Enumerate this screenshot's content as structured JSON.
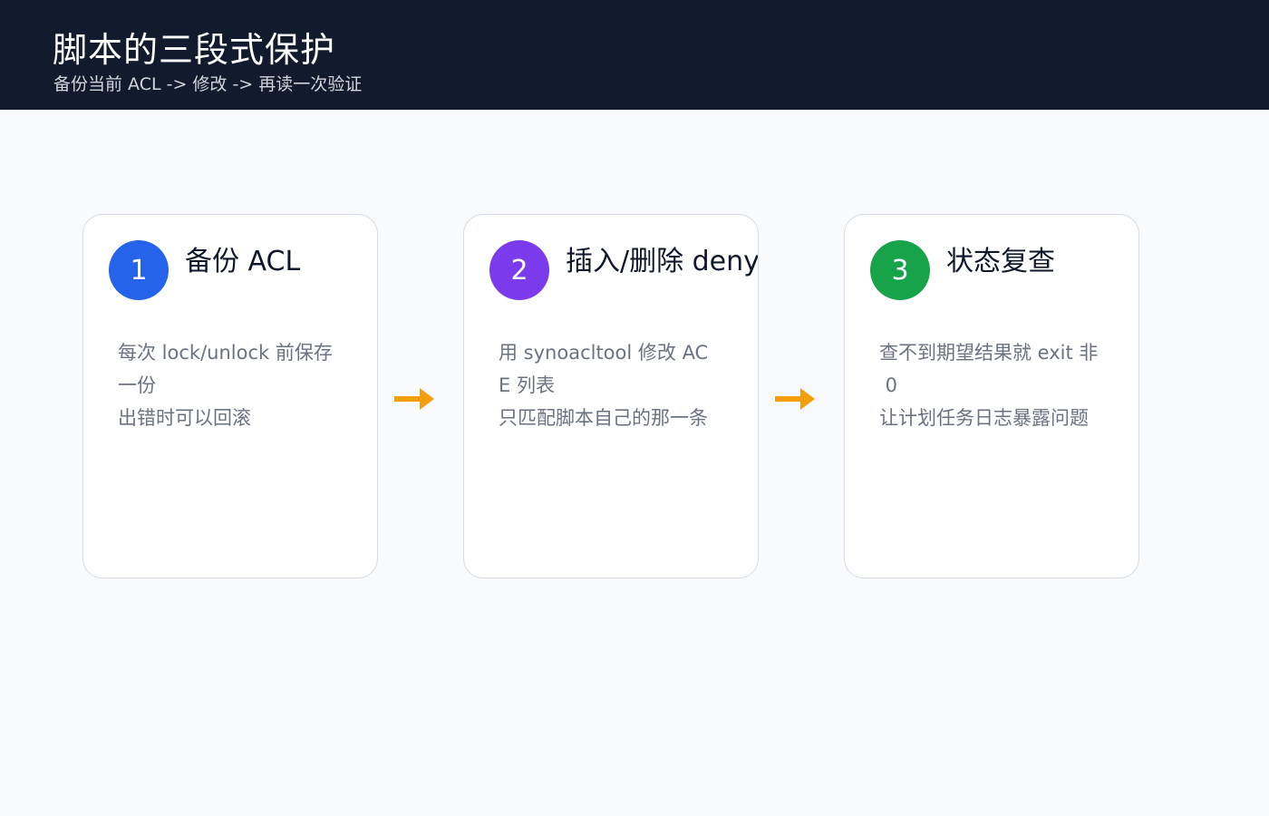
{
  "header": {
    "title": "脚本的三段式保护",
    "subtitle": "备份当前 ACL -> 修改 -> 再读一次验证"
  },
  "steps": [
    {
      "number": "1",
      "title": "备份 ACL",
      "lines": [
        "每次 lock/unlock 前保存",
        "一份",
        "出错时可以回滚"
      ],
      "color": "#2563eb"
    },
    {
      "number": "2",
      "title": "插入/删除 deny",
      "lines": [
        "用 synoacltool 修改 AC",
        "E 列表",
        "只匹配脚本自己的那一条"
      ],
      "color": "#7c3aed"
    },
    {
      "number": "3",
      "title": "状态复查",
      "lines": [
        "查不到期望结果就 exit 非",
        " 0",
        "让计划任务日志暴露问题"
      ],
      "color": "#16a34a"
    }
  ],
  "arrow_color": "#f59e0b"
}
